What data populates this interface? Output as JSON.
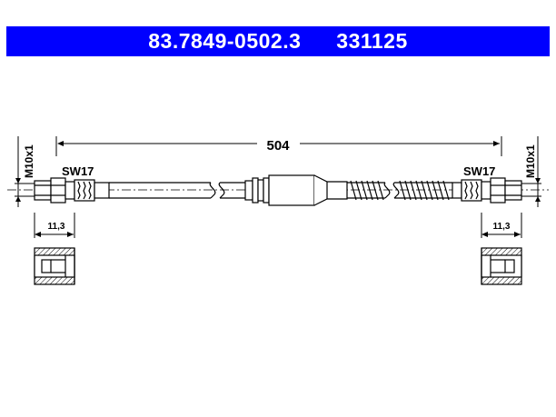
{
  "header": {
    "part_number": "83.7849-0502.3",
    "ref_number": "331125",
    "background_color": "#0000ff",
    "text_color": "#ffffff"
  },
  "drawing": {
    "overall_length": "504",
    "left": {
      "wrench_size": "SW17",
      "thread": "M10x1",
      "length_dim": "11,3"
    },
    "right": {
      "wrench_size": "SW17",
      "thread": "M10x1",
      "length_dim": "11,3"
    }
  }
}
